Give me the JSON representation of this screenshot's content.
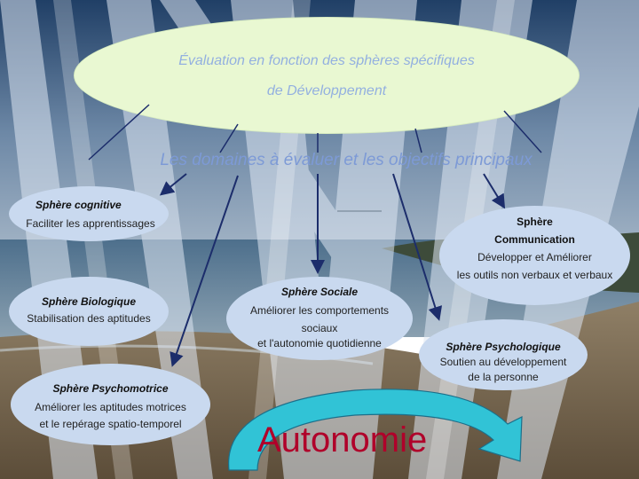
{
  "title_oval": {
    "line1": "Évaluation  en fonction des sphères spécifiques",
    "line2": "de Développement"
  },
  "subtitle": "Les domaines à évaluer et les objectifs principaux",
  "spheres": {
    "cognitive": {
      "title": "Sphère cognitive",
      "desc": "Faciliter les apprentissages"
    },
    "communication": {
      "title_line1": "Sphère",
      "title_line2": "Communication",
      "desc_line1": "Développer et Améliorer",
      "desc_line2": "les outils non verbaux et verbaux"
    },
    "biologique": {
      "title": "Sphère Biologique",
      "desc": "Stabilisation des aptitudes"
    },
    "sociale": {
      "title": "Sphère Sociale",
      "desc_line1": "Améliorer les comportements",
      "desc_line2": "sociaux",
      "desc_line3": "et l'autonomie quotidienne"
    },
    "psychologique": {
      "title": "Sphère Psychologique",
      "desc_line1": "Soutien au développement",
      "desc_line2": "de la personne"
    },
    "psychomotrice": {
      "title": "Sphère Psychomotrice",
      "desc_line1": "Améliorer les aptitudes motrices",
      "desc_line2": "et le repérage spatio-temporel"
    }
  },
  "autonomie": "Autonomie",
  "colors": {
    "sky_top": "#2a4f7a",
    "sky_bottom": "#8fa6bd",
    "oval_fill": "#e9f8d2",
    "sphere_fill": "#c9d9ef",
    "arrow_dark": "#1c2d6b",
    "arrow_cyan": "#31c3d6",
    "autonomie_text": "#b0002a",
    "title_text": "#7d9ad6"
  }
}
